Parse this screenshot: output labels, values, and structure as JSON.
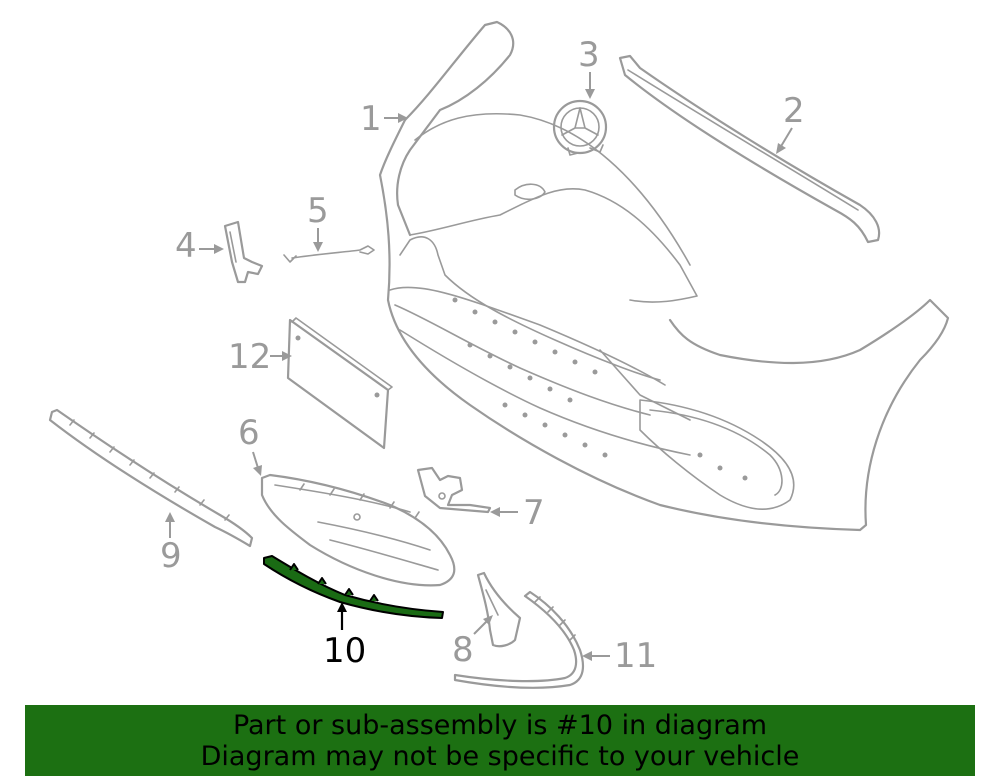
{
  "diagram": {
    "callouts": {
      "c1": "1",
      "c2": "2",
      "c3": "3",
      "c4": "4",
      "c5": "5",
      "c6": "6",
      "c7": "7",
      "c8": "8",
      "c9": "9",
      "c10": "10",
      "c11": "11",
      "c12": "12"
    },
    "highlighted_part": "10",
    "colors": {
      "line_art": "#9a9a9a",
      "highlight_fill": "#1a6b14",
      "banner_bg": "#1c7012"
    }
  },
  "banner": {
    "line1": "Part or sub-assembly is #10 in diagram",
    "line2": "Diagram may not be specific to your vehicle"
  }
}
